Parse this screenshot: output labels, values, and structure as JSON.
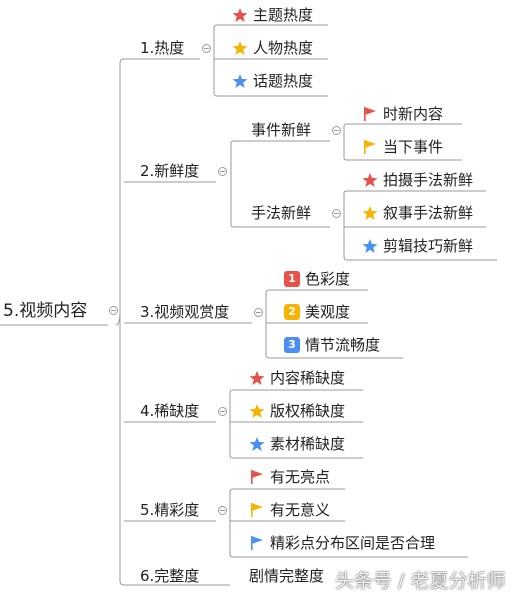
{
  "root": {
    "label": "5.视频内容"
  },
  "branches": [
    {
      "label": "1.热度",
      "children": [
        {
          "label": "主题热度",
          "icon": "star-red"
        },
        {
          "label": "人物热度",
          "icon": "star-yellow"
        },
        {
          "label": "话题热度",
          "icon": "star-blue"
        }
      ]
    },
    {
      "label": "2.新鲜度",
      "children": [
        {
          "label": "事件新鲜",
          "children": [
            {
              "label": "时新内容",
              "icon": "flag-red"
            },
            {
              "label": "当下事件",
              "icon": "flag-yellow"
            }
          ]
        },
        {
          "label": "手法新鲜",
          "children": [
            {
              "label": "拍摄手法新鲜",
              "icon": "star-red"
            },
            {
              "label": "叙事手法新鲜",
              "icon": "star-yellow"
            },
            {
              "label": "剪辑技巧新鲜",
              "icon": "star-blue"
            }
          ]
        }
      ]
    },
    {
      "label": "3.视频观赏度",
      "children": [
        {
          "label": "色彩度",
          "badge": "1",
          "icon": "priority-1"
        },
        {
          "label": "美观度",
          "badge": "2",
          "icon": "priority-2"
        },
        {
          "label": "情节流畅度",
          "badge": "3",
          "icon": "priority-3"
        }
      ]
    },
    {
      "label": "4.稀缺度",
      "children": [
        {
          "label": "内容稀缺度",
          "icon": "star-red"
        },
        {
          "label": "版权稀缺度",
          "icon": "star-yellow"
        },
        {
          "label": "素材稀缺度",
          "icon": "star-blue"
        }
      ]
    },
    {
      "label": "5.精彩度",
      "children": [
        {
          "label": "有无亮点",
          "icon": "flag-red"
        },
        {
          "label": "有无意义",
          "icon": "flag-yellow"
        },
        {
          "label": "精彩点分布区间是否合理",
          "icon": "flag-blue"
        }
      ]
    },
    {
      "label": "6.完整度",
      "children": [
        {
          "label": "剧情完整度"
        }
      ]
    }
  ],
  "watermark": "头条号 / 老夏分析师",
  "colors": {
    "red": "#e8514a",
    "yellow": "#f6b300",
    "blue": "#4b8ff0",
    "line": "#9a9a9a"
  }
}
